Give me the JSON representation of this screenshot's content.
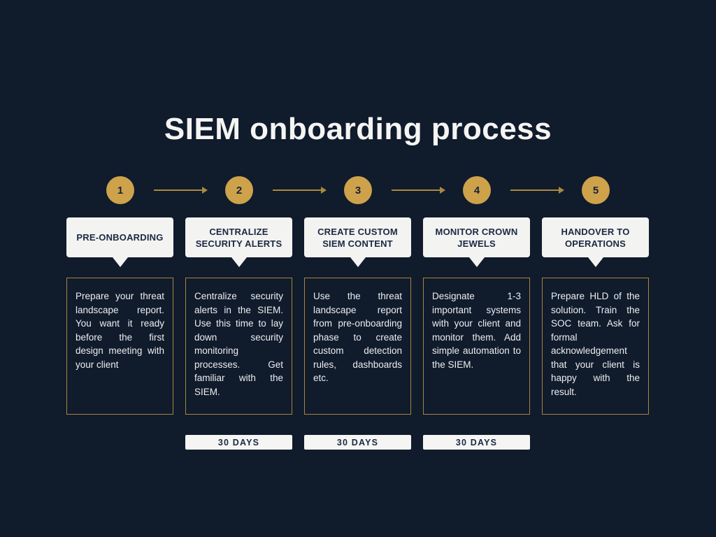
{
  "title": "SIEM onboarding process",
  "colors": {
    "background": "#101b2c",
    "circle_gold": "#cda24b",
    "arrow_gold": "#a98a3e",
    "box_border_gold": "#a8853c",
    "card_background": "#f3f3f1",
    "navy_text": "#1b2944",
    "body_text": "#edeff1",
    "title_text": "#f4f4f2"
  },
  "steps": [
    {
      "number": "1",
      "title": "PRE-ONBOARDING",
      "description": "Prepare your threat landscape report. You want it ready before the first design meeting with your client",
      "duration": ""
    },
    {
      "number": "2",
      "title": "CENTRALIZE SECURITY ALERTS",
      "description": "Centralize security alerts in the SIEM. Use this time to lay down security monitoring processes. Get familiar with the SIEM.",
      "duration": "30 DAYS"
    },
    {
      "number": "3",
      "title": "CREATE CUSTOM SIEM CONTENT",
      "description": "Use the threat landscape report from pre-onboarding phase to create custom detection rules, dashboards etc.",
      "duration": "30 DAYS"
    },
    {
      "number": "4",
      "title": "MONITOR CROWN JEWELS",
      "description": "Designate 1-3 important systems with your client and monitor them. Add simple automation to the SIEM.",
      "duration": "30 DAYS"
    },
    {
      "number": "5",
      "title": "HANDOVER TO OPERATIONS",
      "description": "Prepare HLD of the solution. Train the SOC team. Ask for formal acknowledgement that your client is happy with the result.",
      "duration": ""
    }
  ]
}
